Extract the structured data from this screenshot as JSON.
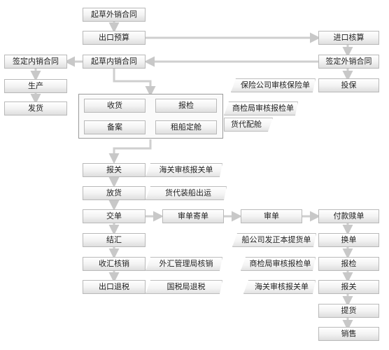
{
  "nodes": {
    "draft_foreign": "起草外销合同",
    "export_budget": "出口预算",
    "import_accounting": "进口核算",
    "sign_domestic": "签定内销合同",
    "draft_domestic": "起草内销合同",
    "sign_foreign": "签定外销合同",
    "production": "生产",
    "ship_domestic": "发货",
    "insure": "投保",
    "receive_goods": "收货",
    "inspection": "报检",
    "record": "备案",
    "charter": "租船定舱",
    "customs": "报关",
    "release": "放货",
    "submit_docs": "交单",
    "review_send": "审单寄单",
    "review_docs": "审单",
    "pay_redeem": "付款赎单",
    "settlement": "结汇",
    "exchange_bl": "换单",
    "fx_verify": "收汇核销",
    "buyer_inspection": "报检",
    "export_rebate": "出口退税",
    "buyer_customs": "报关",
    "pickup": "提货",
    "sales": "销售"
  },
  "tags": {
    "insurer_review": "保险公司审核保险单",
    "ciq_review": "商检局审核报检单",
    "forwarder_booking": "货代配舱",
    "customs_review": "海关审核报关单",
    "forwarder_loading": "货代装船出运",
    "carrier_bl": "船公司发正本提货单",
    "fx_bureau": "外汇管理局核销",
    "buyer_ciq_review": "商检局审核报检单",
    "tax_rebate": "国税局退税",
    "buyer_customs_review": "海关审核报关单"
  }
}
